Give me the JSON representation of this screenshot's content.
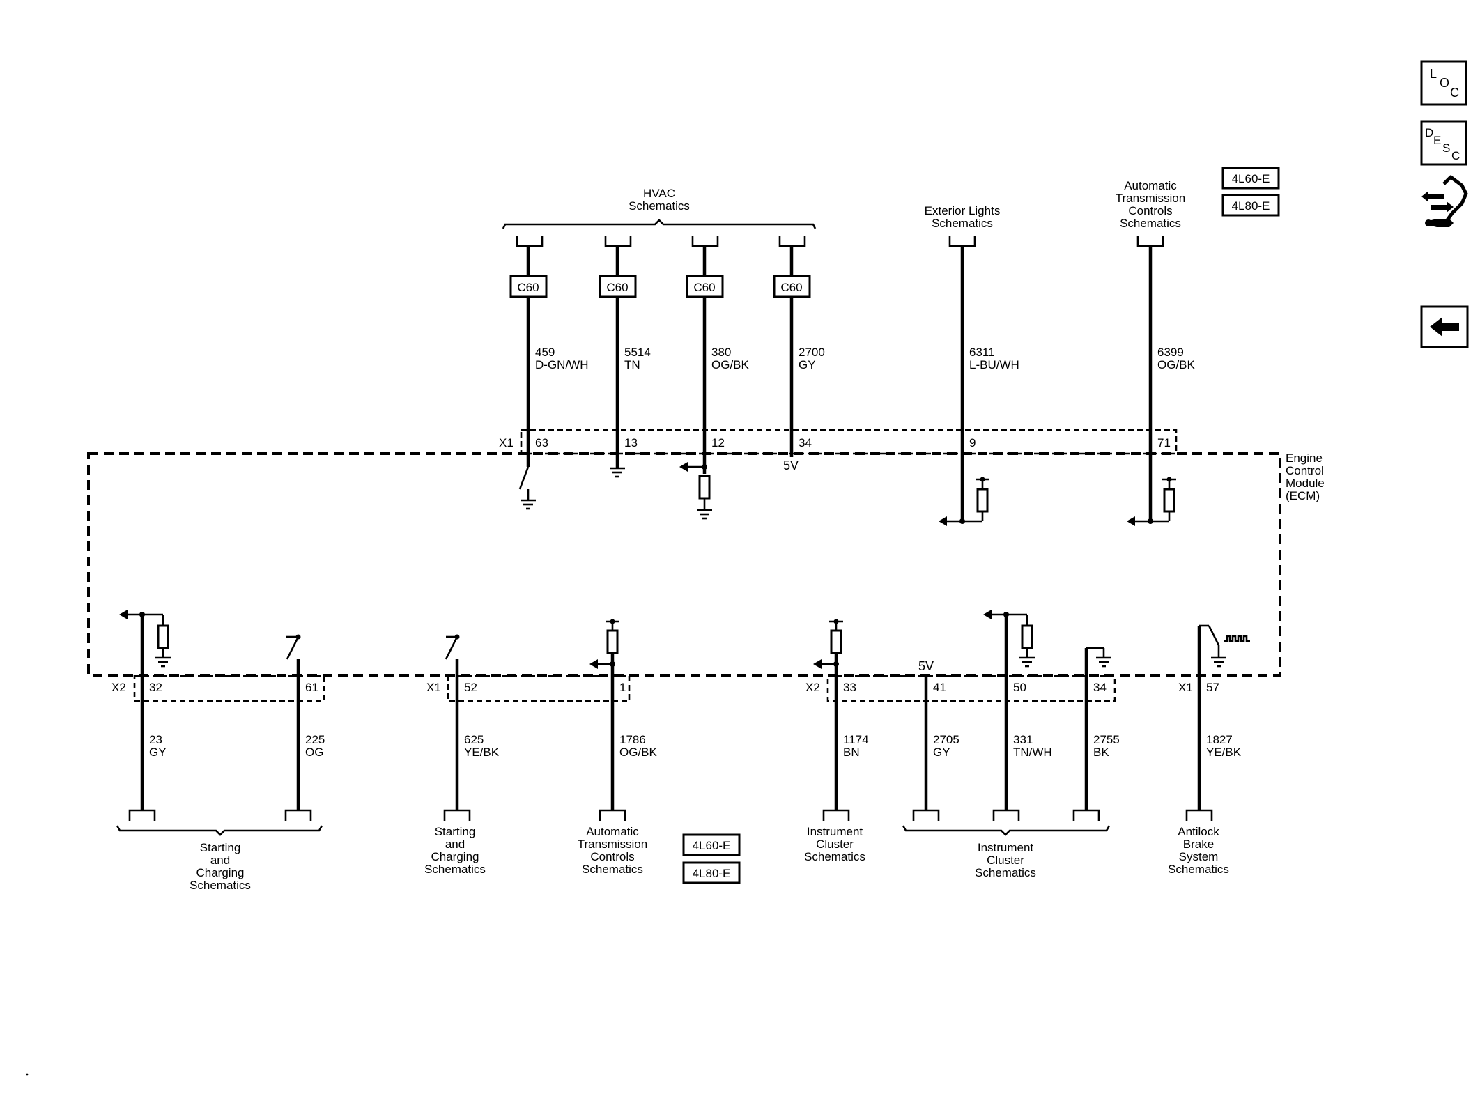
{
  "module": {
    "lines": [
      "Engine",
      "Control",
      "Module",
      "(ECM)"
    ]
  },
  "top_groups": {
    "hvac": [
      "HVAC",
      "Schematics"
    ],
    "exterior": [
      "Exterior Lights",
      "Schematics"
    ],
    "atc": [
      "Automatic",
      "Transmission",
      "Controls",
      "Schematics"
    ]
  },
  "top_connectors": {
    "x1": "X1"
  },
  "c60_label": "C60",
  "top_pins": [
    {
      "pin": "63",
      "circuit": "459",
      "color": "D-GN/WH"
    },
    {
      "pin": "13",
      "circuit": "5514",
      "color": "TN"
    },
    {
      "pin": "12",
      "circuit": "380",
      "color": "OG/BK"
    },
    {
      "pin": "34",
      "circuit": "2700",
      "color": "GY"
    },
    {
      "pin": "9",
      "circuit": "6311",
      "color": "L-BU/WH"
    },
    {
      "pin": "71",
      "circuit": "6399",
      "color": "OG/BK"
    }
  ],
  "voltage_5v": "5V",
  "bottom_connectors": {
    "x2a": "X2",
    "x1a": "X1",
    "x2b": "X2",
    "x1b": "X1"
  },
  "bottom_pins": [
    {
      "pin": "32",
      "circuit": "23",
      "color": "GY"
    },
    {
      "pin": "61",
      "circuit": "225",
      "color": "OG"
    },
    {
      "pin": "52",
      "circuit": "625",
      "color": "YE/BK"
    },
    {
      "pin": "1",
      "circuit": "1786",
      "color": "OG/BK"
    },
    {
      "pin": "33",
      "circuit": "1174",
      "color": "BN"
    },
    {
      "pin": "41",
      "circuit": "2705",
      "color": "GY"
    },
    {
      "pin": "50",
      "circuit": "331",
      "color": "TN/WH"
    },
    {
      "pin": "34",
      "circuit": "2755",
      "color": "BK"
    },
    {
      "pin": "57",
      "circuit": "1827",
      "color": "YE/BK"
    }
  ],
  "bottom_groups": {
    "starting_a": [
      "Starting",
      "and",
      "Charging",
      "Schematics"
    ],
    "starting_b": [
      "Starting",
      "and",
      "Charging",
      "Schematics"
    ],
    "atc": [
      "Automatic",
      "Transmission",
      "Controls",
      "Schematics"
    ],
    "cluster_a": [
      "Instrument",
      "Cluster",
      "Schematics"
    ],
    "cluster_b": [
      "Instrument",
      "Cluster",
      "Schematics"
    ],
    "abs": [
      "Antilock",
      "Brake",
      "System",
      "Schematics"
    ]
  },
  "variants": [
    "4L60-E",
    "4L80-E"
  ],
  "nav": {
    "loc": [
      "L",
      "O",
      "C"
    ],
    "desc": [
      "D",
      "E",
      "S",
      "C"
    ]
  }
}
